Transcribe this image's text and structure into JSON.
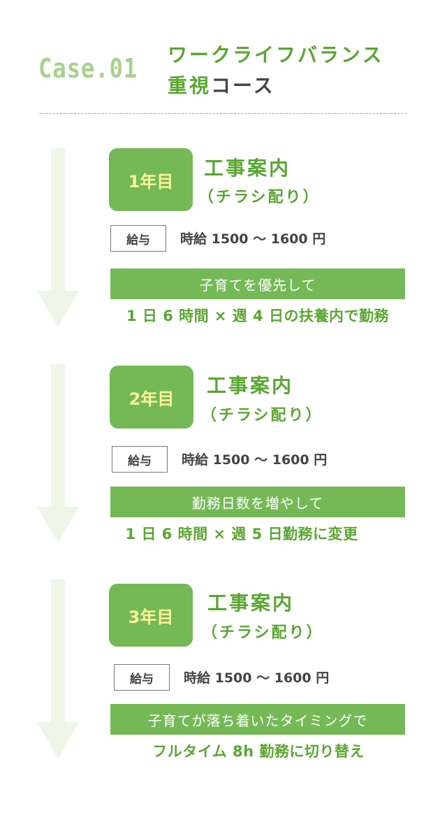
{
  "header": {
    "case_label": "Case.01",
    "title_line1": "ワークライフバランス",
    "title_line2_green": "重視",
    "title_line2_dark": "コース"
  },
  "colors": {
    "accent_green": "#74b956",
    "text_green": "#5aa632",
    "case_green": "#a9d18e",
    "badge_text_yellow": "#fdf59a",
    "arrow_bg": "#edf5e7",
    "text_dark": "#444444"
  },
  "steps": [
    {
      "badge": "1年目",
      "job_title": "工事案内",
      "job_subtitle": "（チラシ配り）",
      "salary_label": "給与",
      "salary_value": "時給 1500 〜 1600 円",
      "note_bar": "子育てを優先して",
      "note_text": "1 日 6 時間 × 週 4 日の扶養内で勤務"
    },
    {
      "badge": "2年目",
      "job_title": "工事案内",
      "job_subtitle": "（チラシ配り）",
      "salary_label": "給与",
      "salary_value": "時給 1500 〜 1600 円",
      "note_bar": "勤務日数を増やして",
      "note_text": "1 日 6 時間 × 週 5 日勤務に変更"
    },
    {
      "badge": "3年目",
      "job_title": "工事案内",
      "job_subtitle": "（チラシ配り）",
      "salary_label": "給与",
      "salary_value": "時給 1500 〜 1600 円",
      "note_bar": "子育てが落ち着いたタイミングで",
      "note_text": "フルタイム 8h 勤務に切り替え"
    }
  ]
}
